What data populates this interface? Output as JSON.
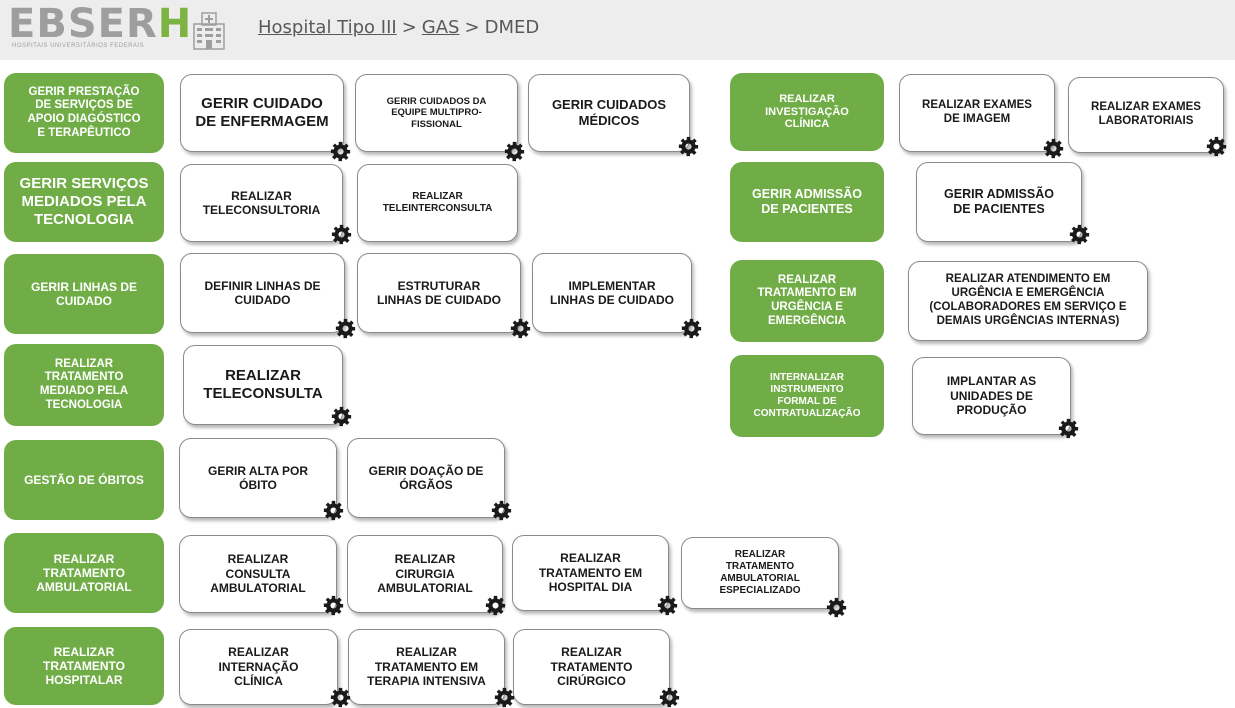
{
  "header": {
    "logo_text": "EBSER",
    "logo_text_h": "H",
    "logo_subtitle": "HOSPITAIS UNIVERSITÁRIOS FEDERAIS",
    "hospital_icon": "hospital-building-icon",
    "breadcrumb": {
      "level1": "Hospital Tipo III",
      "sep": ">",
      "level2": "GAS",
      "level3": "DMED"
    }
  },
  "colors": {
    "green": "#70ad47",
    "header_bg": "#ededed",
    "box_border": "#8a8a8a"
  },
  "processes": {
    "gerir_prestacao": "GERIR PRESTAÇÃO\nDE SERVIÇOS DE\nAPOIO DIAGÓSTICO\nE TERAPÊUTICO",
    "gerir_servicos_tec": "GERIR SERVIÇOS\nMEDIADOS PELA\nTECNOLOGIA",
    "gerir_linhas": "GERIR LINHAS DE\nCUIDADO",
    "realizar_trat_tec": "REALIZAR\nTRATAMENTO\nMEDIADO PELA\nTECNOLOGIA",
    "gestao_obitos": "GESTÃO DE ÓBITOS",
    "realizar_trat_amb": "REALIZAR\nTRATAMENTO\nAMBULATORIAL",
    "realizar_trat_hosp": "REALIZAR\nTRATAMENTO\nHOSPITALAR",
    "realizar_investigacao": "REALIZAR\nINVESTIGAÇÃO\nCLÍNICA",
    "gerir_admissao": "GERIR ADMISSÃO\nDE PACIENTES",
    "realizar_trat_urg": "REALIZAR\nTRATAMENTO EM\nURGÊNCIA E\nEMERGÊNCIA",
    "internalizar": "INTERNALIZAR\nINSTRUMENTO\nFORMAL DE\nCONTRATUALIZAÇÃO"
  },
  "subprocesses": {
    "gerir_cuidado_enf": "GERIR CUIDADO\nDE ENFERMAGEM",
    "gerir_cuidados_equipe": "GERIR CUIDADOS DA\nEQUIPE MULTIPRO-\nFISSIONAL",
    "gerir_cuidados_medicos": "GERIR CUIDADOS\nMÉDICOS",
    "realizar_teleconsultoria": "REALIZAR\nTELECONSULTORIA",
    "realizar_teleinterconsulta": "REALIZAR\nTELEINTERCONSULTA",
    "definir_linhas": "DEFINIR LINHAS DE\nCUIDADO",
    "estruturar_linhas": "ESTRUTURAR\nLINHAS DE CUIDADO",
    "implementar_linhas": "IMPLEMENTAR\nLINHAS DE CUIDADO",
    "realizar_teleconsulta": "REALIZAR\nTELECONSULTA",
    "gerir_alta_obito": "GERIR ALTA POR\nÓBITO",
    "gerir_doacao": "GERIR DOAÇÃO DE\nÓRGÃOS",
    "consulta_amb": "REALIZAR\nCONSULTA\nAMBULATORIAL",
    "cirurgia_amb": "REALIZAR\nCIRURGIA\nAMBULATORIAL",
    "hospital_dia": "REALIZAR\nTRATAMENTO EM\nHOSPITAL DIA",
    "amb_especializado": "REALIZAR\nTRATAMENTO\nAMBULATORIAL\nESPECIALIZADO",
    "internacao_clinica": "REALIZAR\nINTERNAÇÃO\nCLÍNICA",
    "terapia_intensiva": "REALIZAR\nTRATAMENTO EM\nTERAPIA INTENSIVA",
    "trat_cirurgico": "REALIZAR\nTRATAMENTO\nCIRÚRGICO",
    "exames_imagem": "REALIZAR EXAMES\nDE IMAGEM",
    "exames_lab": "REALIZAR EXAMES\nLABORATORIAIS",
    "gerir_admissao_sub": "GERIR ADMISSÃO\nDE PACIENTES",
    "atendimento_urg": "REALIZAR ATENDIMENTO EM\nURGÊNCIA E EMERGÊNCIA\n(COLABORADORES EM SERVIÇO E\nDEMAIS URGÊNCIAS INTERNAS)",
    "implantar_unidades": "IMPLANTAR AS\nUNIDADES DE\nPRODUÇÃO"
  },
  "subprocess_icon": "gear-icon"
}
